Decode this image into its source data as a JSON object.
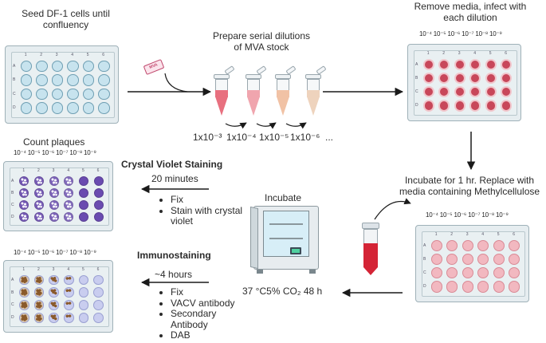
{
  "steps": {
    "seed": [
      "Seed DF-1 cells until",
      "confluency"
    ],
    "dilute": [
      "Prepare serial dilutions",
      "of MVA stock"
    ],
    "infect": [
      "Remove media, infect with",
      "each dilution"
    ],
    "incubate_replace": [
      "Incubate for 1 hr. Replace with",
      "media containing Methylcellulose"
    ],
    "incubate": "Incubate",
    "incubate_conditions": "37 °C5% CO₂ 48 h",
    "crystal_title": "Crystal Violet Staining",
    "crystal_time": "20 minutes",
    "crystal_steps": [
      "Fix",
      "Stain with crystal violet"
    ],
    "immuno_title": "Immunostaining",
    "immuno_time": "~4 hours",
    "immuno_steps": [
      "Fix",
      "VACV antibody",
      "Secondary Antibody",
      "DAB"
    ],
    "count": "Count plaques"
  },
  "dilution_header": "10⁻⁴ 10⁻⁵ 10⁻⁶ 10⁻⁷ 10⁻⁸ 10⁻⁹",
  "dilution_header_compact": "10⁻⁴ 10⁻⁵ 10⁻⁶ 10⁻⁷ 10⁻⁸ 10⁻⁹",
  "tube_labels": [
    "1x10⁻³",
    "1x10⁻⁴",
    "1x10⁻⁵",
    "1x10⁻⁶",
    "..."
  ],
  "plate_columns": [
    "1",
    "2",
    "3",
    "4",
    "5",
    "6"
  ],
  "plate_rows": [
    "A",
    "B",
    "C",
    "D"
  ],
  "vial_label": "MVA",
  "colors": {
    "empty_well": "#c7e3ee",
    "infected_well": "#c8475a",
    "methyl_well": "#f2b8c0",
    "crystal_dark": "#6a4bb0",
    "crystal_light": "#a98fd6",
    "immuno_light": "#c9cdef",
    "immuno_dot": "#8a5a2b",
    "tube_colors": [
      "#e8707f",
      "#f0a5ae",
      "#f1c2a5",
      "#eed3bd"
    ]
  }
}
